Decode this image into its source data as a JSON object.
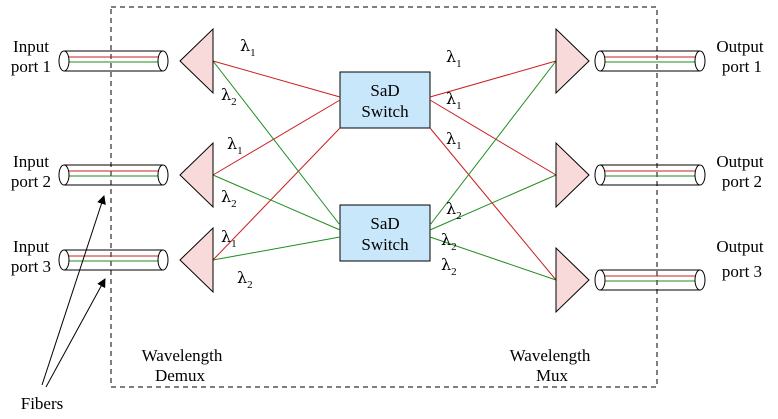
{
  "inputs": [
    {
      "line1": "Input",
      "line2": "port 1"
    },
    {
      "line1": "Input",
      "line2": "port 2"
    },
    {
      "line1": "Input",
      "line2": "port 3"
    }
  ],
  "outputs": [
    {
      "line1": "Output",
      "line2": "port 1"
    },
    {
      "line1": "Output",
      "line2": "port 2"
    },
    {
      "line1": "Output",
      "line2": "port 3"
    }
  ],
  "switches": [
    {
      "line1": "SaD",
      "line2": "Switch"
    },
    {
      "line1": "SaD",
      "line2": "Switch"
    }
  ],
  "demux": {
    "line1": "Wavelength",
    "line2": "Demux"
  },
  "mux": {
    "line1": "Wavelength",
    "line2": "Mux"
  },
  "fibers_label": "Fibers",
  "lambda": {
    "symbol": "λ",
    "sub1": "1",
    "sub2": "2"
  },
  "colors": {
    "lambda1": "#cc1f1f",
    "lambda2": "#1f8c1f",
    "switch_fill": "#c9e7fb",
    "mux_fill": "#f9dada"
  }
}
